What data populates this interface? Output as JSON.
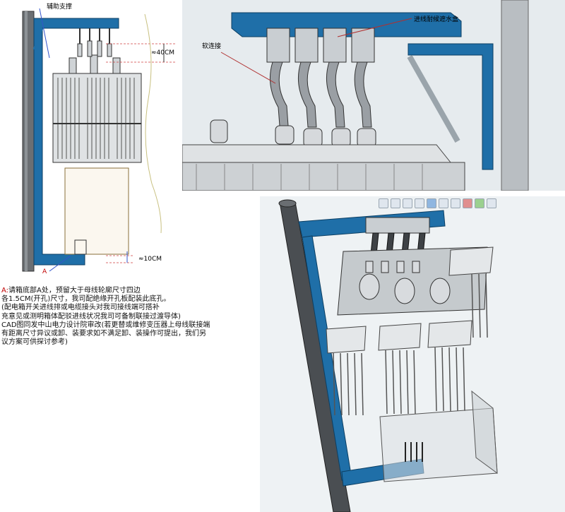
{
  "labels": {
    "aux_support": "辅助支撑",
    "gap_top": "≈40CM",
    "gap_bottom": "≈10CM",
    "marker_a": "A",
    "soft_connection": "软连接",
    "weather_box": "进线耐候遮水盒"
  },
  "notes": {
    "line1_prefix": "A:",
    "line1": "请箱底部A处，预留大于母线轮廓尺寸四边",
    "line2": "各1.5CM(开孔)尺寸，我司配绝缘开孔板配装此底孔。",
    "line3": "(配电箱开关进线排或电缆接头对我司接线端可搭补",
    "line4": "充意见或测明箱体配驳进线状况我司可备制联接过渡导体)",
    "line5": "CAD图同发中山电力设计院审改(若更替或维修变压器上母线联接端",
    "line6": "有距离尺寸异议或卸、装要求如不满足卸、装操作可提出，我们另",
    "line7": "议方案可供探讨参考)"
  },
  "colors": {
    "frame_blue": "#1f6fa8",
    "pole_gray": "#4a4e52",
    "annotation_red": "#c00000"
  }
}
